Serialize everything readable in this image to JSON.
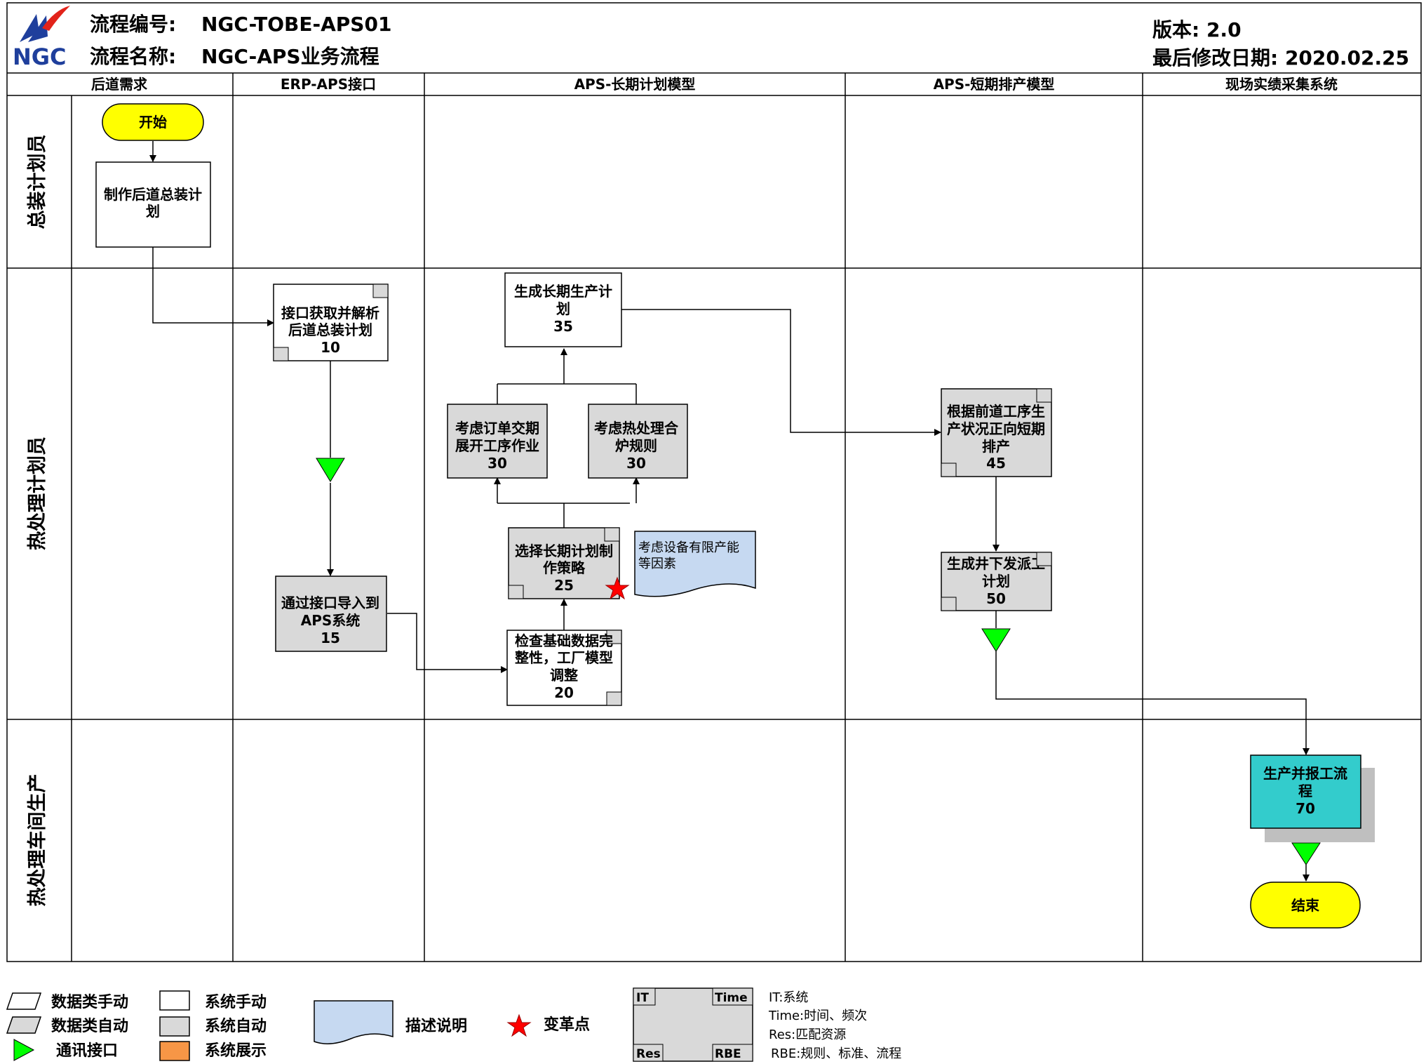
{
  "header": {
    "logo_text": "NGC",
    "process_code_label": "流程编号:",
    "process_code": "NGC-TOBE-APS01",
    "process_name_label": "流程名称:",
    "process_name": "NGC-APS业务流程",
    "version": "版本: 2.0",
    "last_modified": "最后修改日期: 2020.02.25"
  },
  "columns": [
    "后道需求",
    "ERP-APS接口",
    "APS-长期计划模型",
    "APS-短期排产模型",
    "现场实绩采集系统"
  ],
  "lanes": [
    "总装计划员",
    "热处理计划员",
    "热处理车间生产"
  ],
  "nodes": {
    "start": "开始",
    "end": "结束",
    "n_assembly": [
      "制作后道总装计",
      "划"
    ],
    "n10": [
      "接口获取并解析",
      "后道总装计划",
      "10"
    ],
    "n15": [
      "通过接口导入到",
      "APS系统",
      "15"
    ],
    "n20": [
      "检查基础数据完",
      "整性，工厂模型",
      "调整",
      "20"
    ],
    "n25": [
      "选择长期计划制",
      "作策略",
      "25"
    ],
    "n30a": [
      "考虑订单交期",
      "展开工序作业",
      "30"
    ],
    "n30b": [
      "考虑热处理合",
      "炉规则",
      "30"
    ],
    "n35": [
      "生成长期生产计",
      "划",
      "35"
    ],
    "n45": [
      "根据前道工序生",
      "产状况正向短期",
      "排产",
      "45"
    ],
    "n50": [
      "生成井下发派工",
      "计划",
      "50"
    ],
    "n70": [
      "生产并报工流",
      "程",
      "70"
    ],
    "note": [
      "考虑设备有限产能",
      "等因素"
    ]
  },
  "legend": {
    "data_manual": "数据类手动",
    "data_auto": "数据类自动",
    "comm_interface": "通讯接口",
    "sys_manual": "系统手动",
    "sys_auto": "系统自动",
    "sys_display": "系统展示",
    "description": "描述说明",
    "change_point": "变革点",
    "box_it": "IT",
    "box_time": "Time",
    "box_res": "Res",
    "box_rbe": "RBE",
    "def_it": "IT:系统",
    "def_time": "Time:时间、频次",
    "def_res": "Res:匹配资源",
    "def_rbe": "RBE:规则、标准、流程"
  },
  "colors": {
    "start_end": "#ffff00",
    "system_auto": "#d9d9d9",
    "report_box": "#33cccc",
    "note": "#c6d9f1",
    "connector": "#00ff00",
    "change_star": "#ff0000",
    "system_display": "#f79646"
  }
}
